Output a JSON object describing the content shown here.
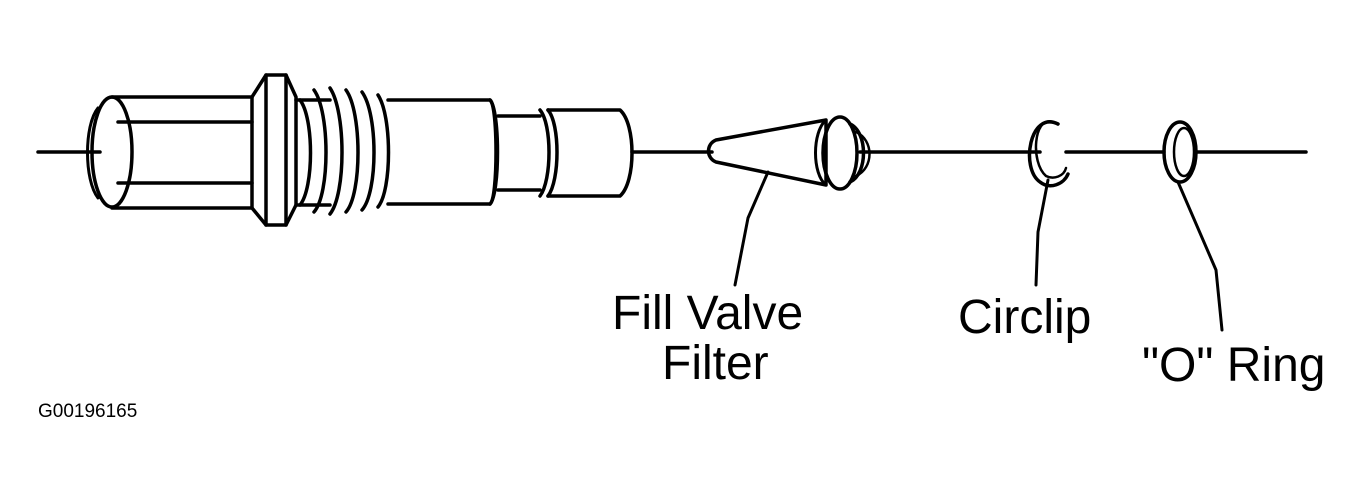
{
  "diagram": {
    "labels": {
      "fill_valve_filter_line1": "Fill Valve",
      "fill_valve_filter_line2": "Filter",
      "circlip": "Circlip",
      "o_ring": "\"O\" Ring"
    },
    "figure_code": "G00196165",
    "colors": {
      "ink": "#000000",
      "paper": "#ffffff"
    }
  }
}
